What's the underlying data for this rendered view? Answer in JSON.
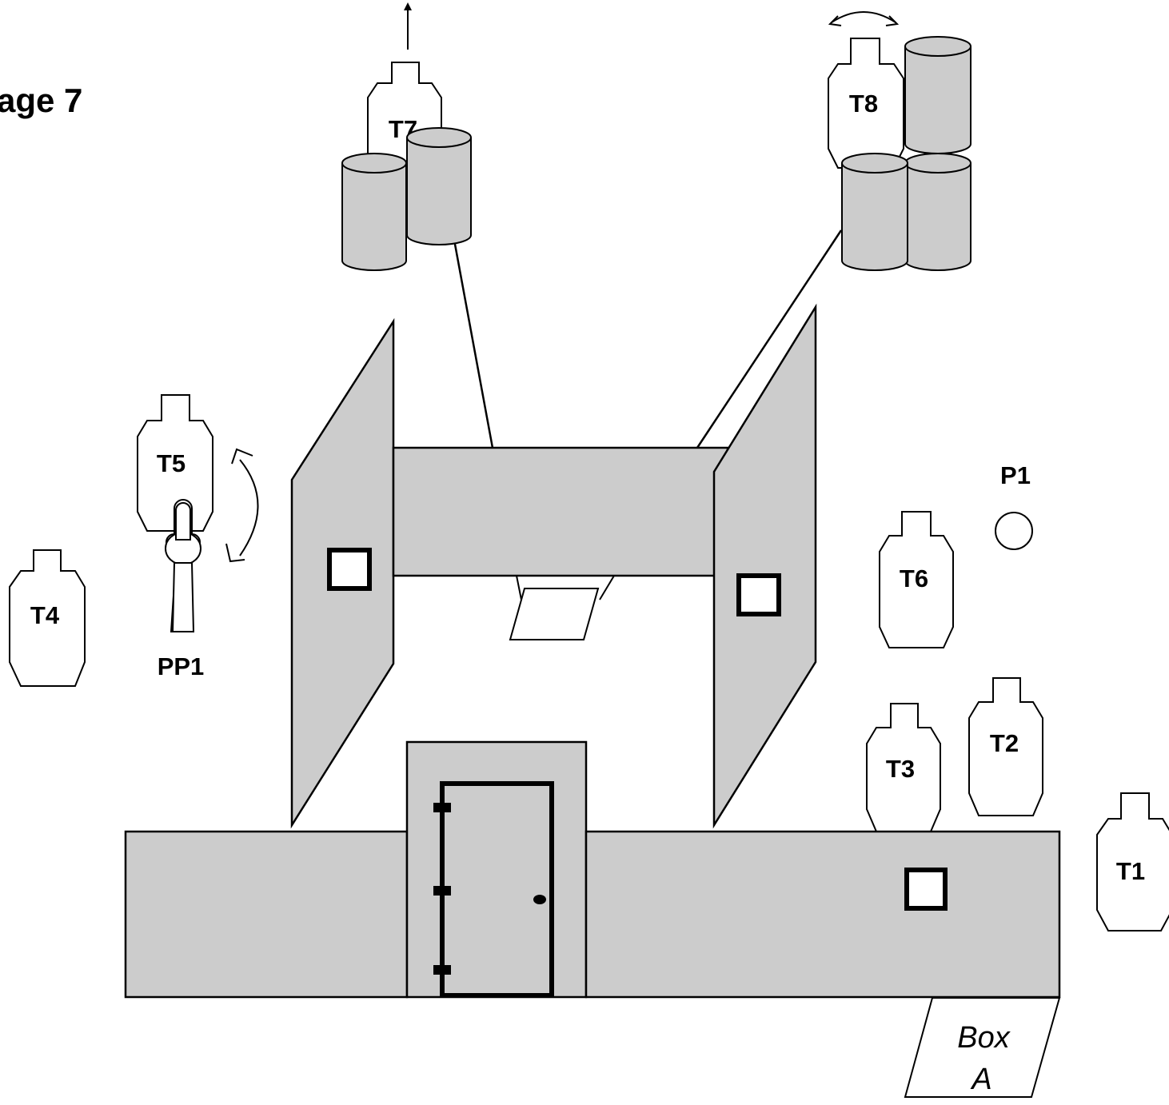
{
  "stage_title": "age 7",
  "colors": {
    "wall_fill": "#cccccc",
    "stroke": "#000000",
    "target_fill": "#ffffff"
  },
  "targets": [
    {
      "id": "T1",
      "label": "T1",
      "kind": "paper-target"
    },
    {
      "id": "T2",
      "label": "T2",
      "kind": "paper-target"
    },
    {
      "id": "T3",
      "label": "T3",
      "kind": "paper-target"
    },
    {
      "id": "T4",
      "label": "T4",
      "kind": "paper-target"
    },
    {
      "id": "T5",
      "label": "T5",
      "kind": "swinging-target"
    },
    {
      "id": "T6",
      "label": "T6",
      "kind": "paper-target"
    },
    {
      "id": "T7",
      "label": "T7",
      "kind": "rising-target"
    },
    {
      "id": "T8",
      "label": "T8",
      "kind": "swinging-target"
    }
  ],
  "no_shoot_label": "PP1",
  "popper_label": "P1",
  "start_box": {
    "line1": "Box",
    "line2": "A"
  },
  "icons": [
    "up-arrow-icon",
    "swing-arrow-icon",
    "door-icon",
    "barrel-icon",
    "port-window-icon"
  ]
}
